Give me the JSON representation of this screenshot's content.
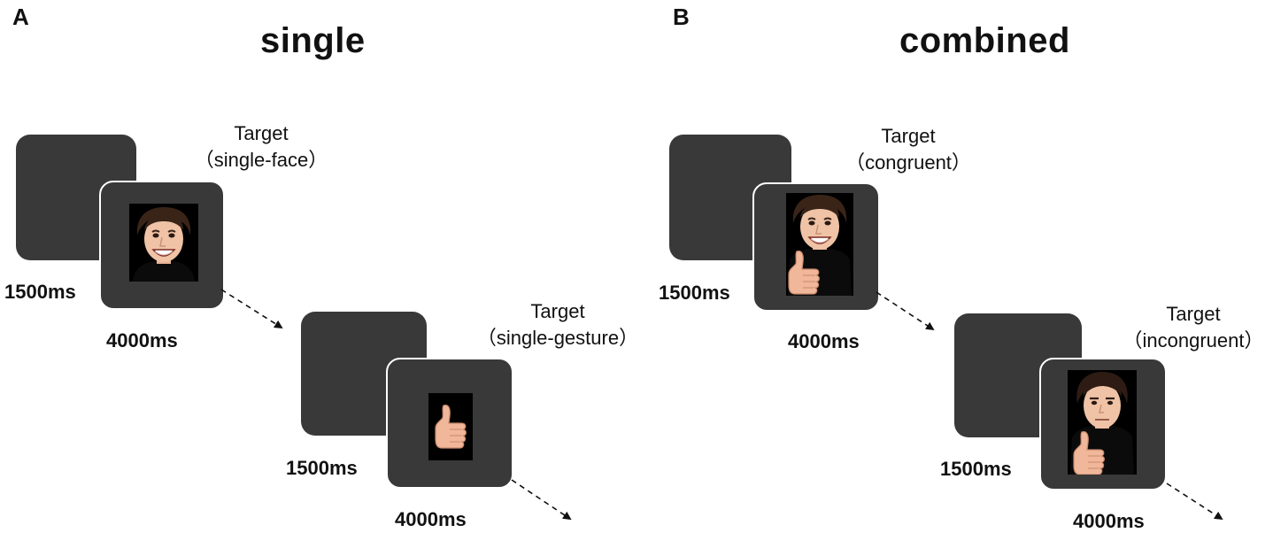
{
  "panel_a": {
    "letter": "A",
    "title": "single",
    "trial_face": {
      "caption_title": "Target",
      "caption_condition": "（single-face）",
      "fixation_time": "1500ms",
      "target_time": "4000ms"
    },
    "trial_gesture": {
      "caption_title": "Target",
      "caption_condition": "（single-gesture）",
      "fixation_time": "1500ms",
      "target_time": "4000ms"
    }
  },
  "panel_b": {
    "letter": "B",
    "title": "combined",
    "trial_congruent": {
      "caption_title": "Target",
      "caption_condition": "（congruent）",
      "fixation_time": "1500ms",
      "target_time": "4000ms"
    },
    "trial_incongruent": {
      "caption_title": "Target",
      "caption_condition": "（incongruent）",
      "fixation_time": "1500ms",
      "target_time": "4000ms"
    }
  },
  "colors": {
    "screen": "#3a3939",
    "photo_bg": "#000000",
    "skin": "#f0c3a6",
    "hair": "#3a2418",
    "shirt": "#0b0b0b"
  },
  "icons": [
    "smiling-face-photo",
    "thumbs-up-photo",
    "neutral-face-photo",
    "dashed-arrow"
  ]
}
